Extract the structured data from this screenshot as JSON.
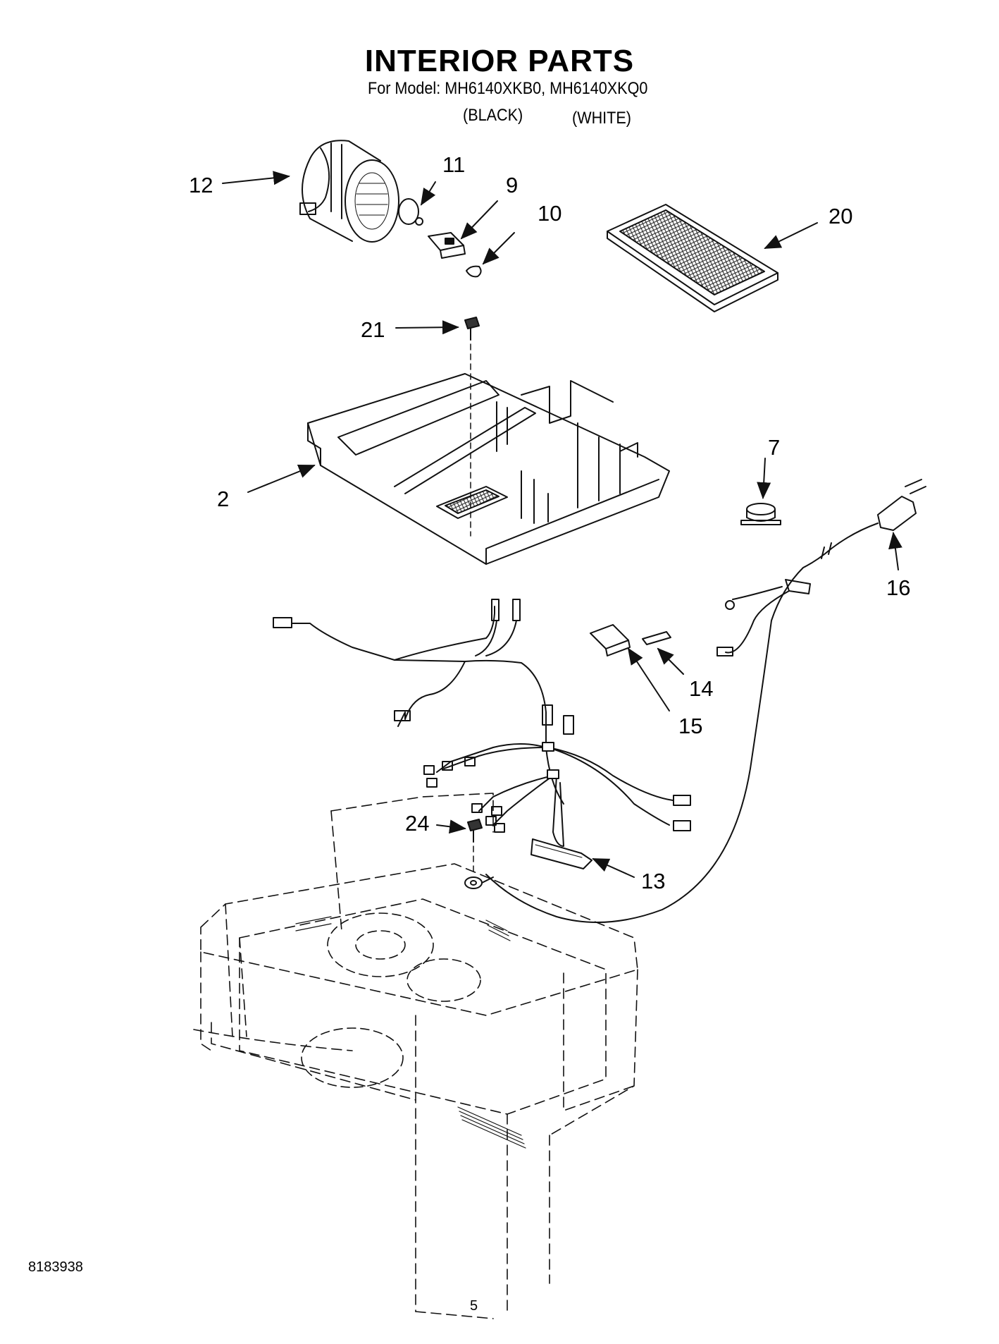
{
  "header": {
    "title": "INTERIOR PARTS",
    "model_line": "For Model: MH6140XKB0, MH6140XKQ0",
    "color_black": "(BLACK)",
    "color_white": "(WHITE)"
  },
  "callouts": [
    "12",
    "11",
    "9",
    "10",
    "20",
    "21",
    "2",
    "7",
    "16",
    "14",
    "15",
    "24",
    "13"
  ],
  "footer": {
    "doc_number": "8183938",
    "page_number": "5"
  }
}
